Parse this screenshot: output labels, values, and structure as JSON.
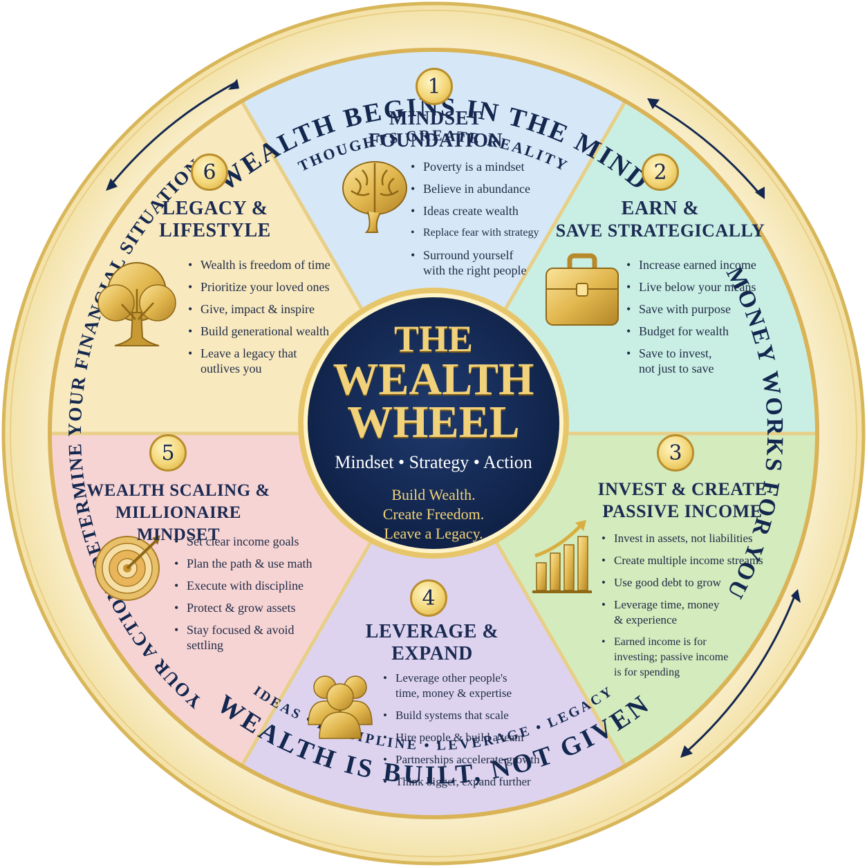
{
  "ring": {
    "top_main": "WEALTH BEGINS IN THE MIND",
    "top_sub": "THOUGHTS CREATE REALITY",
    "right": "MONEY WORKS FOR YOU",
    "left": "YOUR ACTIONS DETERMINE YOUR FINANCIAL SITUATION",
    "bottom_main": "WEALTH IS BUILT, NOT GIVEN",
    "bottom_sub": "IDEAS • DISCIPLINE • LEVERAGE • LEGACY"
  },
  "center": {
    "line1": "THE",
    "line2": "WEALTH",
    "line3": "WHEEL",
    "tagline": "Mindset • Strategy • Action",
    "motto1": "Build Wealth.",
    "motto2": "Create Freedom.",
    "motto3": "Leave a Legacy."
  },
  "segments": [
    {
      "num": "1",
      "title1": "MINDSET",
      "title2": "FOUNDATION",
      "icon": "brain-icon",
      "color": "#d6e8f7",
      "bullets": [
        "Poverty is a mindset",
        "Believe in abundance",
        "Ideas create wealth",
        "Replace fear with strategy",
        "Surround yourself",
        "with the right people"
      ]
    },
    {
      "num": "2",
      "title1": "EARN &",
      "title2": "SAVE STRATEGICALLY",
      "icon": "briefcase-icon",
      "color": "#c9efe4",
      "bullets": [
        "Increase earned income",
        "Live below your means",
        "Save with purpose",
        "Budget for wealth",
        "Save to invest,",
        "not just to save"
      ]
    },
    {
      "num": "3",
      "title1": "INVEST & CREATE",
      "title2": "PASSIVE INCOME",
      "icon": "growth-chart-icon",
      "color": "#d3ebbd",
      "bullets": [
        "Invest in assets, not liabilities",
        "Create multiple income streams",
        "Use good debt to grow",
        "Leverage time, money",
        "& experience",
        "Earned income is for",
        "investing; passive income",
        "is for spending"
      ]
    },
    {
      "num": "4",
      "title1": "LEVERAGE &",
      "title2": "EXPAND",
      "icon": "team-icon",
      "color": "#ddd3ef",
      "bullets": [
        "Leverage other people's",
        "time, money & expertise",
        "Build systems that scale",
        "Hire people & build a team",
        "Partnerships accelerate growth",
        "Think bigger, expand further"
      ]
    },
    {
      "num": "5",
      "title1": "WEALTH SCALING &",
      "title2": "MILLIONAIRE MINDSET",
      "icon": "target-icon",
      "color": "#f7d4d4",
      "bullets": [
        "Set clear income goals",
        "Plan the path & use math",
        "Execute with discipline",
        "Protect & grow assets",
        "Stay focused & avoid",
        "settling"
      ]
    },
    {
      "num": "6",
      "title1": "LEGACY &",
      "title2": "LIFESTYLE",
      "icon": "tree-icon",
      "color": "#f8e9bf",
      "bullets": [
        "Wealth is freedom of time",
        "Prioritize your loved ones",
        "Give, impact & inspire",
        "Build generational wealth",
        "Leave a legacy that",
        "outlives you"
      ]
    }
  ],
  "colors": {
    "navy": "#13274f",
    "gold": "#d9b356",
    "gold_light": "#f6e3a6",
    "ring": "#f7ecc8"
  }
}
